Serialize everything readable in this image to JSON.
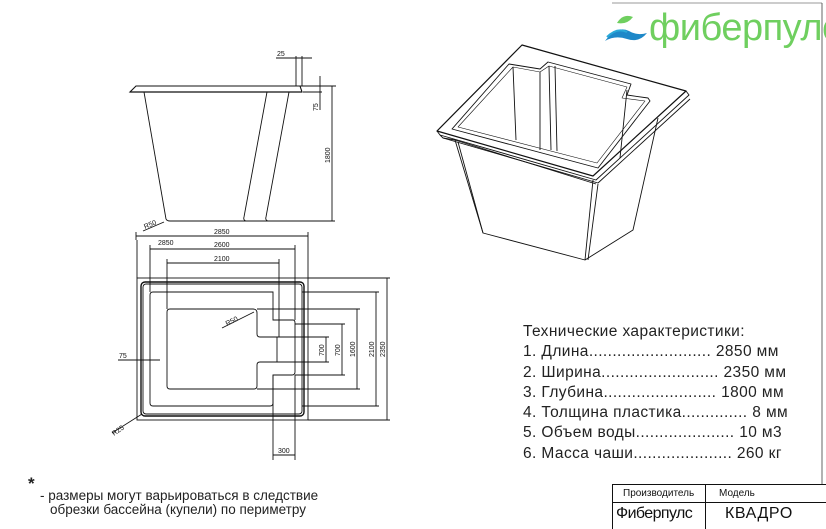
{
  "brand": {
    "logo_text": "фиберпулс",
    "accent": "#6fcf5f",
    "wave_color": "#1e88c8"
  },
  "side_view": {
    "dims": {
      "width": "2850",
      "height": "1800",
      "rim_height": "75",
      "rim_width": "25",
      "radius": "R50"
    }
  },
  "plan_view": {
    "dims": {
      "outer_width": "2850",
      "mid_width": "2600",
      "inner_width": "2100",
      "outer_length": "2350",
      "mid_length": "2100",
      "inner_length": "1600",
      "step_a": "700",
      "step_b": "700",
      "step_depth": "300",
      "rim": "75",
      "radius_step": "R50",
      "radius_corner": "R25"
    }
  },
  "specs": {
    "title": "Технические характеристики:",
    "items": [
      "1. Длина.......................... 2850 мм",
      "2. Ширина......................... 2350 мм",
      "3. Глубина........................ 1800 мм",
      "4. Толщина пластика.............. 8 мм",
      "5. Объем воды..................... 10 м3",
      "6. Масса чаши..................... 260 кг"
    ]
  },
  "footnote": {
    "star": "*",
    "line1": "- размеры могут варьироваться в следствие",
    "line2": "обрезки бассейна (купели) по периметру"
  },
  "title_block": {
    "manufacturer_label": "Производитель",
    "model_label": "Модель",
    "manufacturer": "Фиберпулс",
    "model": "КВАДРО"
  }
}
